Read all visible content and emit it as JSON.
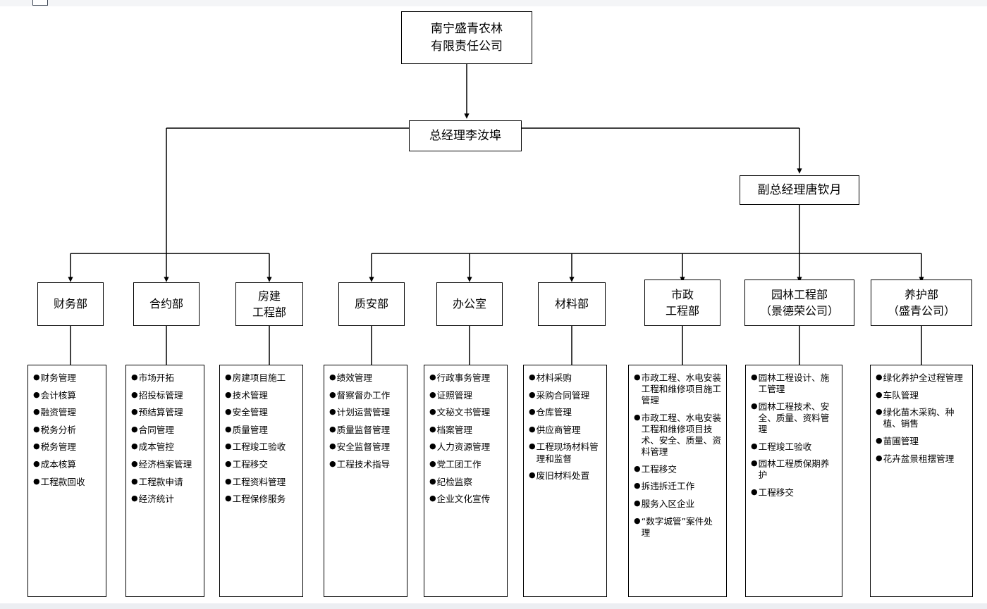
{
  "company": {
    "lines": [
      "南宁盛青农林",
      "有限责任公司"
    ]
  },
  "general_manager": {
    "lines": [
      "总经理李汝埠"
    ]
  },
  "deputy_manager": {
    "lines": [
      "副总经理唐钦月"
    ]
  },
  "departments": [
    {
      "id": "finance",
      "title_lines": [
        "财务部"
      ],
      "duties": [
        "财务管理",
        "会计核算",
        "融资管理",
        "税务分析",
        "税务管理",
        "成本核算",
        "工程款回收"
      ]
    },
    {
      "id": "contract",
      "title_lines": [
        "合约部"
      ],
      "duties": [
        "市场开拓",
        "招投标管理",
        "预结算管理",
        "合同管理",
        "成本管控",
        "经济档案管理",
        "工程款申请",
        "经济统计"
      ]
    },
    {
      "id": "housing-construction",
      "title_lines": [
        "房建",
        "工程部"
      ],
      "duties": [
        "房建项目施工",
        "技术管理",
        "安全管理",
        "质量管理",
        "工程竣工验收",
        "工程移交",
        "工程资料管理",
        "工程保修服务"
      ]
    },
    {
      "id": "quality-safety",
      "title_lines": [
        "质安部"
      ],
      "duties": [
        "绩效管理",
        "督察督办工作",
        "计划运营管理",
        "质量监督管理",
        "安全监督管理",
        "工程技术指导"
      ]
    },
    {
      "id": "office",
      "title_lines": [
        "办公室"
      ],
      "duties": [
        "行政事务管理",
        "证照管理",
        "文秘文书管理",
        "档案管理",
        "人力资源管理",
        "党工团工作",
        "纪检监察",
        "企业文化宣传"
      ]
    },
    {
      "id": "materials",
      "title_lines": [
        "材料部"
      ],
      "duties": [
        "材料采购",
        "采购合同管理",
        "仓库管理",
        "供应商管理",
        "工程现场材料管理和监督",
        "废旧材料处置"
      ]
    },
    {
      "id": "municipal-engineering",
      "title_lines": [
        "市政",
        "工程部"
      ],
      "duties": [
        "市政工程、水电安装工程和维修项目施工管理",
        "市政工程、水电安装工程和维修项目技术、安全、质量、资料管理",
        "工程移交",
        "拆违拆迁工作",
        "服务入区企业",
        "“数字城管”案件处理"
      ]
    },
    {
      "id": "landscape-engineering",
      "title_lines": [
        "园林工程部",
        "（景德荣公司）"
      ],
      "duties": [
        "园林工程设计、施工管理",
        "园林工程技术、安全、质量、资料管理",
        "工程竣工验收",
        "园林工程质保期养护",
        "工程移交"
      ]
    },
    {
      "id": "maintenance",
      "title_lines": [
        "养护部",
        "（盛青公司）"
      ],
      "duties": [
        "绿化养护全过程管理",
        "车队管理",
        "绿化苗木采购、种植、销售",
        "苗圃管理",
        "花卉盆景租摆管理"
      ]
    }
  ],
  "style": {
    "bullet_glyph": "●",
    "line_color": "#000000"
  }
}
